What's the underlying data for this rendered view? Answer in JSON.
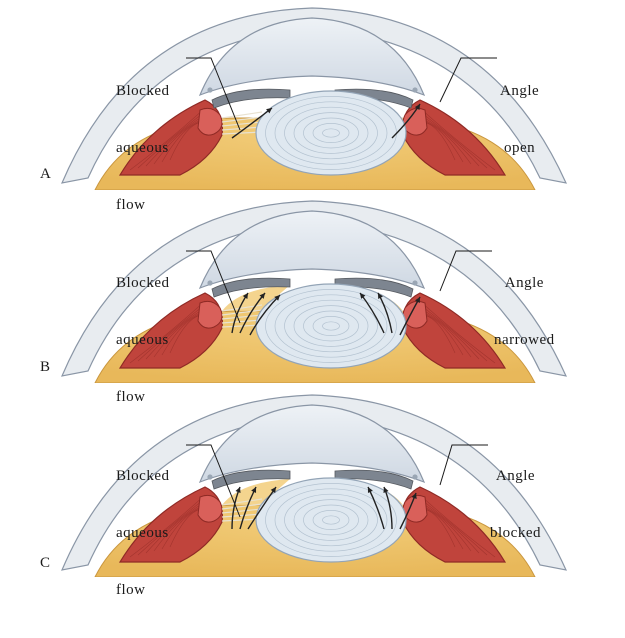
{
  "figure": {
    "colors": {
      "cornea": "#cfd8e3",
      "cornea_edge": "#8a96a6",
      "sclera": "#e8ecf0",
      "muscle": "#c0443c",
      "muscle_dark": "#8f2a25",
      "vitreous": "#e8b85a",
      "vitreous_light": "#f2cd7a",
      "iris": "#7d8590",
      "lens": "#dfe8f0",
      "lens_lines": "#b3c2d0",
      "arrow": "#222222"
    },
    "panels": [
      {
        "letter": "A",
        "left_label": [
          "Blocked",
          "aqueous",
          "flow"
        ],
        "right_label": [
          "Angle",
          "open"
        ],
        "state": "open",
        "icons": [
          "flow-arrow-icon"
        ]
      },
      {
        "letter": "B",
        "left_label": [
          "Blocked",
          "aqueous",
          "flow"
        ],
        "right_label": [
          "Angle",
          "narrowed"
        ],
        "state": "narrowed",
        "icons": [
          "flow-arrow-icon"
        ]
      },
      {
        "letter": "C",
        "left_label": [
          "Blocked",
          "aqueous",
          "flow"
        ],
        "right_label": [
          "Angle",
          "blocked"
        ],
        "state": "blocked",
        "icons": [
          "flow-arrow-icon"
        ]
      }
    ]
  }
}
